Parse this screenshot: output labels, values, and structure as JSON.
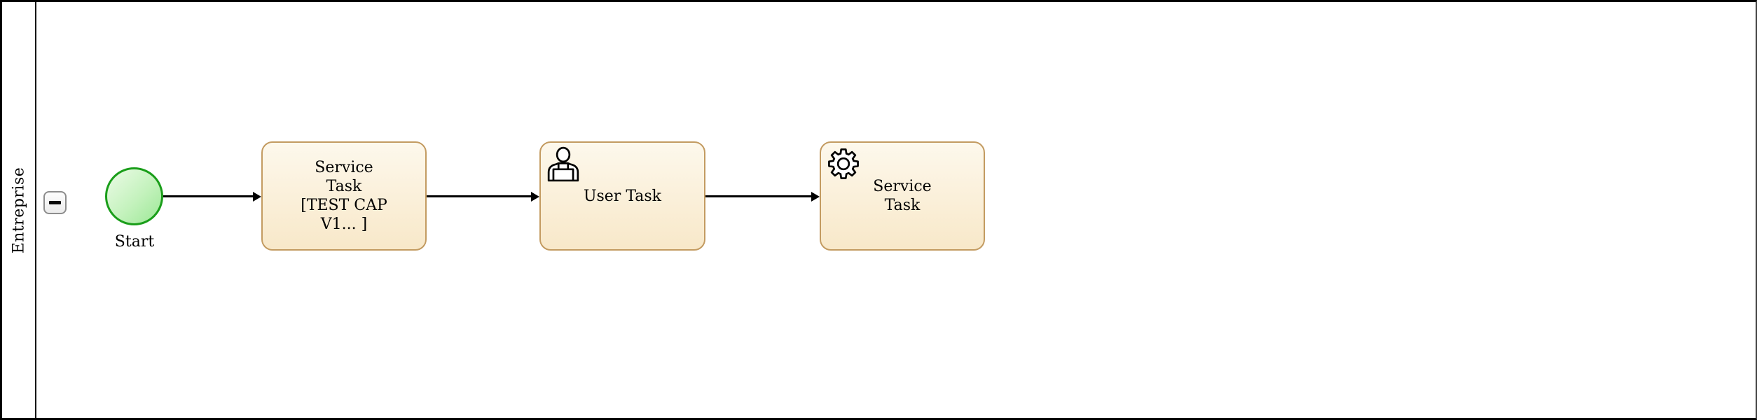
{
  "diagram": {
    "lane": {
      "label": "Entreprise"
    },
    "collapse_button": {
      "icon": "minus-icon"
    },
    "start_event": {
      "label": "Start"
    },
    "tasks": [
      {
        "id": "service-task-1",
        "type": "service",
        "lines": [
          "Service",
          "Task",
          "[TEST CAP",
          "V1... ]"
        ],
        "icon": null
      },
      {
        "id": "user-task",
        "type": "user",
        "lines": [
          "User Task"
        ],
        "icon": "user-icon"
      },
      {
        "id": "service-task-2",
        "type": "service",
        "lines": [
          "Service",
          "Task"
        ],
        "icon": "gear-icon"
      }
    ],
    "flows": [
      {
        "from": "start-event",
        "to": "service-task-1"
      },
      {
        "from": "service-task-1",
        "to": "user-task"
      },
      {
        "from": "user-task",
        "to": "service-task-2"
      }
    ],
    "colors": {
      "task_border": "#c39b61",
      "task_fill_top": "#fdf8ec",
      "task_fill_bottom": "#f8e8c9",
      "start_border": "#1a9e1a",
      "start_fill_top": "#ecfbe7",
      "start_fill_bottom": "#9ce896",
      "arrow": "#000000",
      "pool_border": "#000000"
    }
  }
}
